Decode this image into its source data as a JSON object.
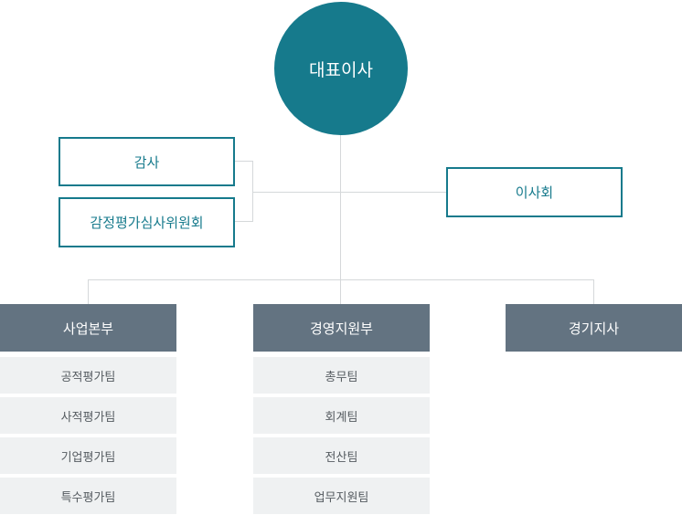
{
  "ceo": {
    "label": "대표이사"
  },
  "audit": {
    "label": "감사"
  },
  "appraisal_committee": {
    "label": "감정평가심사위원회"
  },
  "board": {
    "label": "이사회"
  },
  "divisions": [
    {
      "label": "사업본부",
      "teams": [
        "공적평가팀",
        "사적평가팀",
        "기업평가팀",
        "특수평가팀"
      ]
    },
    {
      "label": "경영지원부",
      "teams": [
        "총무팀",
        "회계팀",
        "전산팀",
        "업무지원팀"
      ]
    },
    {
      "label": "경기지사",
      "teams": []
    }
  ],
  "colors": {
    "primary": "#167a8c",
    "division": "#637381",
    "team_bg": "#eff1f2",
    "connector": "#d5d8da"
  }
}
